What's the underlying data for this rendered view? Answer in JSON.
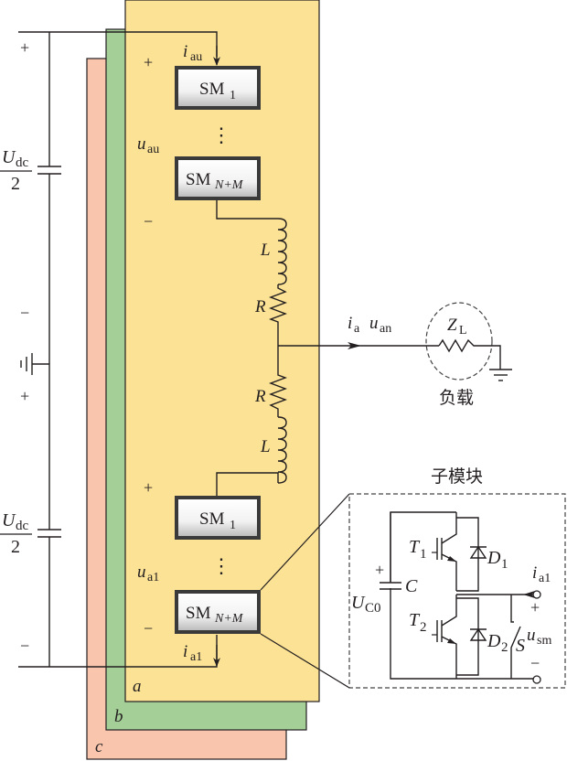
{
  "colors": {
    "phase_a": "#fce294",
    "phase_b": "#a4cf96",
    "phase_c": "#f9c5ad",
    "line": "#231f20",
    "sm_box_border": "#3a3a3a",
    "sm_box_fill": "#f4f4f4"
  },
  "dc_source": {
    "upper_cap": {
      "num_main": "U",
      "num_sub": "dc",
      "den": "2"
    },
    "lower_cap": {
      "num_main": "U",
      "num_sub": "dc",
      "den": "2"
    },
    "signs": {
      "top_plus": "+",
      "mid_minus": "−",
      "mid_plus": "+",
      "bottom_minus": "−"
    },
    "ground_icon": "ground-icon"
  },
  "phases": [
    {
      "name": "a",
      "label": "a"
    },
    {
      "name": "b",
      "label": "b"
    },
    {
      "name": "c",
      "label": "c"
    }
  ],
  "upper_arm": {
    "current": {
      "main": "i",
      "sub": "au"
    },
    "voltage": {
      "main": "u",
      "sub": "au"
    },
    "plus": "+",
    "minus": "−",
    "modules": [
      {
        "main": "SM",
        "sub": "1",
        "sub_italic": false
      },
      {
        "main": "SM",
        "sub": "N+M",
        "sub_italic": true
      }
    ],
    "ellipsis": "⋮",
    "inductor": "L",
    "resistor": "R"
  },
  "lower_arm": {
    "current": {
      "main": "i",
      "sub": "a1"
    },
    "voltage": {
      "main": "u",
      "sub": "a1"
    },
    "plus": "+",
    "minus": "−",
    "modules": [
      {
        "main": "SM",
        "sub": "1",
        "sub_italic": false
      },
      {
        "main": "SM",
        "sub": "N+M",
        "sub_italic": true
      }
    ],
    "ellipsis": "⋮",
    "inductor": "L",
    "resistor": "R"
  },
  "output": {
    "current": {
      "main": "i",
      "sub": "a"
    },
    "voltage": {
      "main": "u",
      "sub": "an"
    }
  },
  "load": {
    "impedance": {
      "main": "Z",
      "sub": "L"
    },
    "caption": "负载"
  },
  "submodule": {
    "title": "子模块",
    "capacitor": "C",
    "cap_voltage": {
      "main": "U",
      "sub": "C0"
    },
    "cap_plus": "+",
    "t1": {
      "main": "T",
      "sub": "1"
    },
    "t2": {
      "main": "T",
      "sub": "2"
    },
    "d1": {
      "main": "D",
      "sub": "1"
    },
    "d2": {
      "main": "D",
      "sub": "2"
    },
    "switch": "S",
    "terminal_current": {
      "main": "i",
      "sub": "a1"
    },
    "terminal_voltage": {
      "main": "u",
      "sub": "sm"
    },
    "plus": "+",
    "minus": "−"
  }
}
